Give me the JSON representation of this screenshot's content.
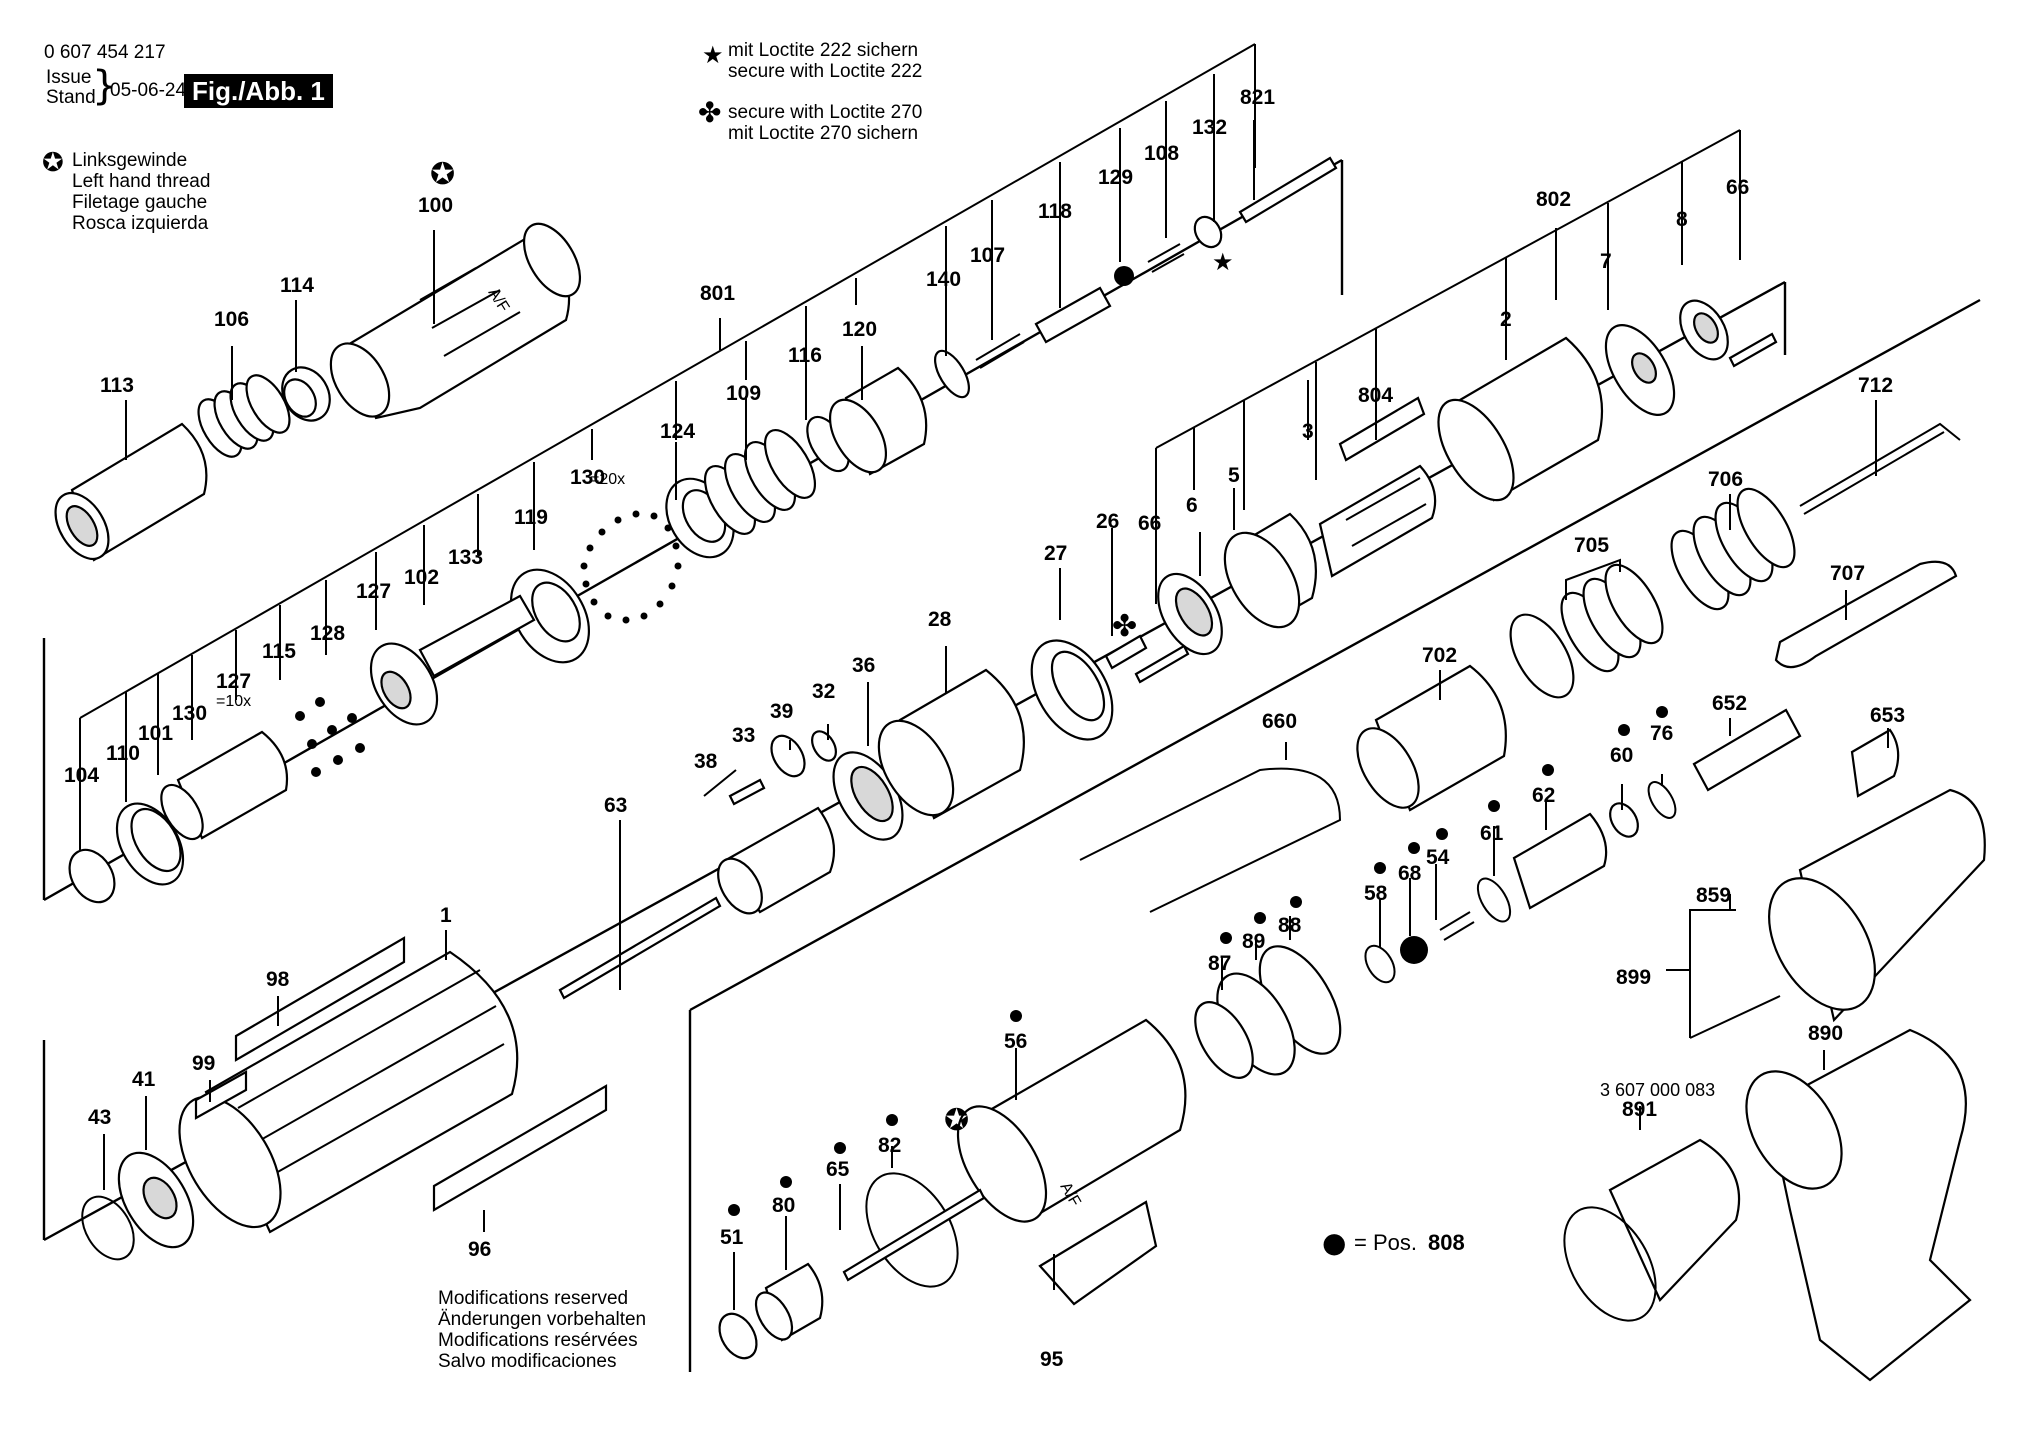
{
  "header": {
    "part_number": "0 607 454 217",
    "issue_label": "Issue",
    "stand_label": "Stand",
    "issue_date": "05-06-24",
    "figure_label": "Fig./Abb. 1"
  },
  "legend_left_hand_thread": {
    "icon": "circled-star-icon",
    "lines": [
      "Linksgewinde",
      "Left hand thread",
      "Filetage gauche",
      "Rosca izquierda"
    ]
  },
  "legend_loctite": {
    "items": [
      {
        "icon": "black-star-icon",
        "lines": [
          "mit Loctite 222 sichern",
          "secure with Loctite 222"
        ]
      },
      {
        "icon": "four-leaf-icon",
        "lines": [
          "secure with Loctite 270",
          "mit Loctite 270 sichern"
        ]
      }
    ]
  },
  "bullet_legend": {
    "text": "= Pos.",
    "position": "808"
  },
  "modifications": {
    "lines": [
      "Modifications reserved",
      "Änderungen vorbehalten",
      "Modifications resérvées",
      "Salvo modificaciones"
    ]
  },
  "reference_number": "3 607 000 083",
  "annotations": {
    "qty_130": "=20x",
    "qty_127": "=10x",
    "af_1": "A/F",
    "af_2": "A/F"
  },
  "callouts": {
    "c100": "100",
    "c113": "113",
    "c106": "106",
    "c114": "114",
    "c801": "801",
    "c124": "124",
    "c109": "109",
    "c116": "116",
    "c120": "120",
    "c140": "140",
    "c107": "107",
    "c118": "118",
    "c129": "129",
    "c108": "108",
    "c132": "132",
    "c821": "821",
    "c130a": "130",
    "c119": "119",
    "c133": "133",
    "c102": "102",
    "c127a": "127",
    "c128": "128",
    "c115": "115",
    "c127b": "127",
    "c130b": "130",
    "c101": "101",
    "c110": "110",
    "c104": "104",
    "c802": "802",
    "c2": "2",
    "c7": "7",
    "c8": "8",
    "c66a": "66",
    "c804": "804",
    "c3": "3",
    "c5": "5",
    "c6": "6",
    "c66b": "66",
    "c26": "26",
    "c27": "27",
    "c28": "28",
    "c36": "36",
    "c32": "32",
    "c39": "39",
    "c33": "33",
    "c38": "38",
    "c63": "63",
    "c1": "1",
    "c98": "98",
    "c99": "99",
    "c41": "41",
    "c43": "43",
    "c96": "96",
    "c712": "712",
    "c706": "706",
    "c705": "705",
    "c707": "707",
    "c702": "702",
    "c652": "652",
    "c653": "653",
    "c76": "76",
    "c60": "60",
    "c62": "62",
    "c61": "61",
    "c54": "54",
    "c68": "68",
    "c58": "58",
    "c660": "660",
    "c88": "88",
    "c89": "89",
    "c87": "87",
    "c56": "56",
    "c82": "82",
    "c65": "65",
    "c80": "80",
    "c51": "51",
    "c95": "95",
    "c859": "859",
    "c899": "899",
    "c890": "890",
    "c891": "891"
  }
}
